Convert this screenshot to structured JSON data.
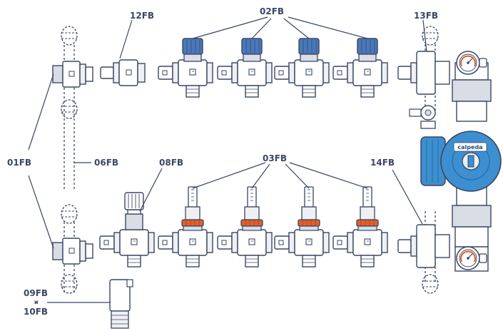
{
  "labels": {
    "l_02": "02FB",
    "l_12": "12FB",
    "l_13": "13FB",
    "l_01": "01FB",
    "l_06": "06FB",
    "l_08": "08FB",
    "l_03": "03FB",
    "l_14": "14FB",
    "l_09": "09FB",
    "l_and": "и",
    "l_10": "10FB"
  },
  "pump_brand": "calpeda",
  "colors": {
    "outline": "#3a4663",
    "label": "#3a4663",
    "blue_cap": "#4b78b8",
    "pump_blue": "#3d8fd0",
    "orange_ring": "#e0602a",
    "gray_fill": "#d9dde6",
    "light_fill": "#eef0f4"
  }
}
